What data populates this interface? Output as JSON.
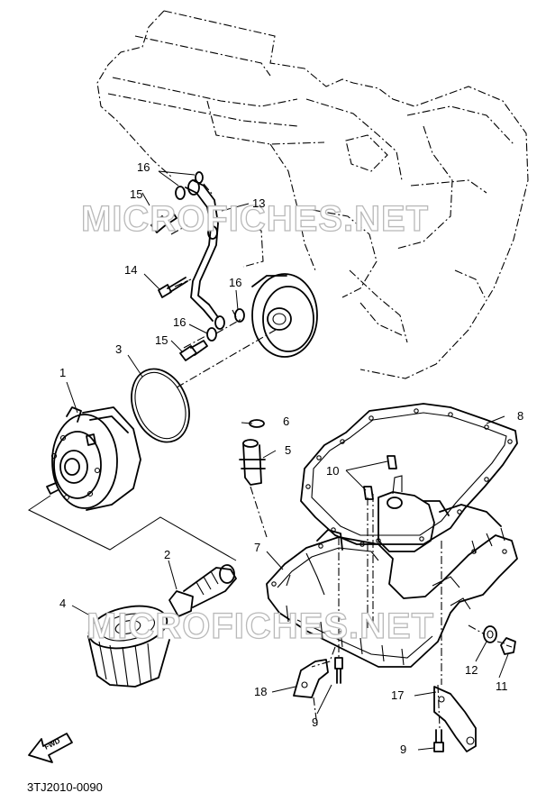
{
  "callouts": [
    "1",
    "2",
    "3",
    "4",
    "5",
    "6",
    "7",
    "8",
    "9",
    "10",
    "11",
    "12",
    "13",
    "14",
    "15",
    "16",
    "17",
    "18"
  ],
  "watermark": "MICROFICHES.NET",
  "diagram_code": "3TJ2010-0090",
  "fwd_label": "FWD"
}
